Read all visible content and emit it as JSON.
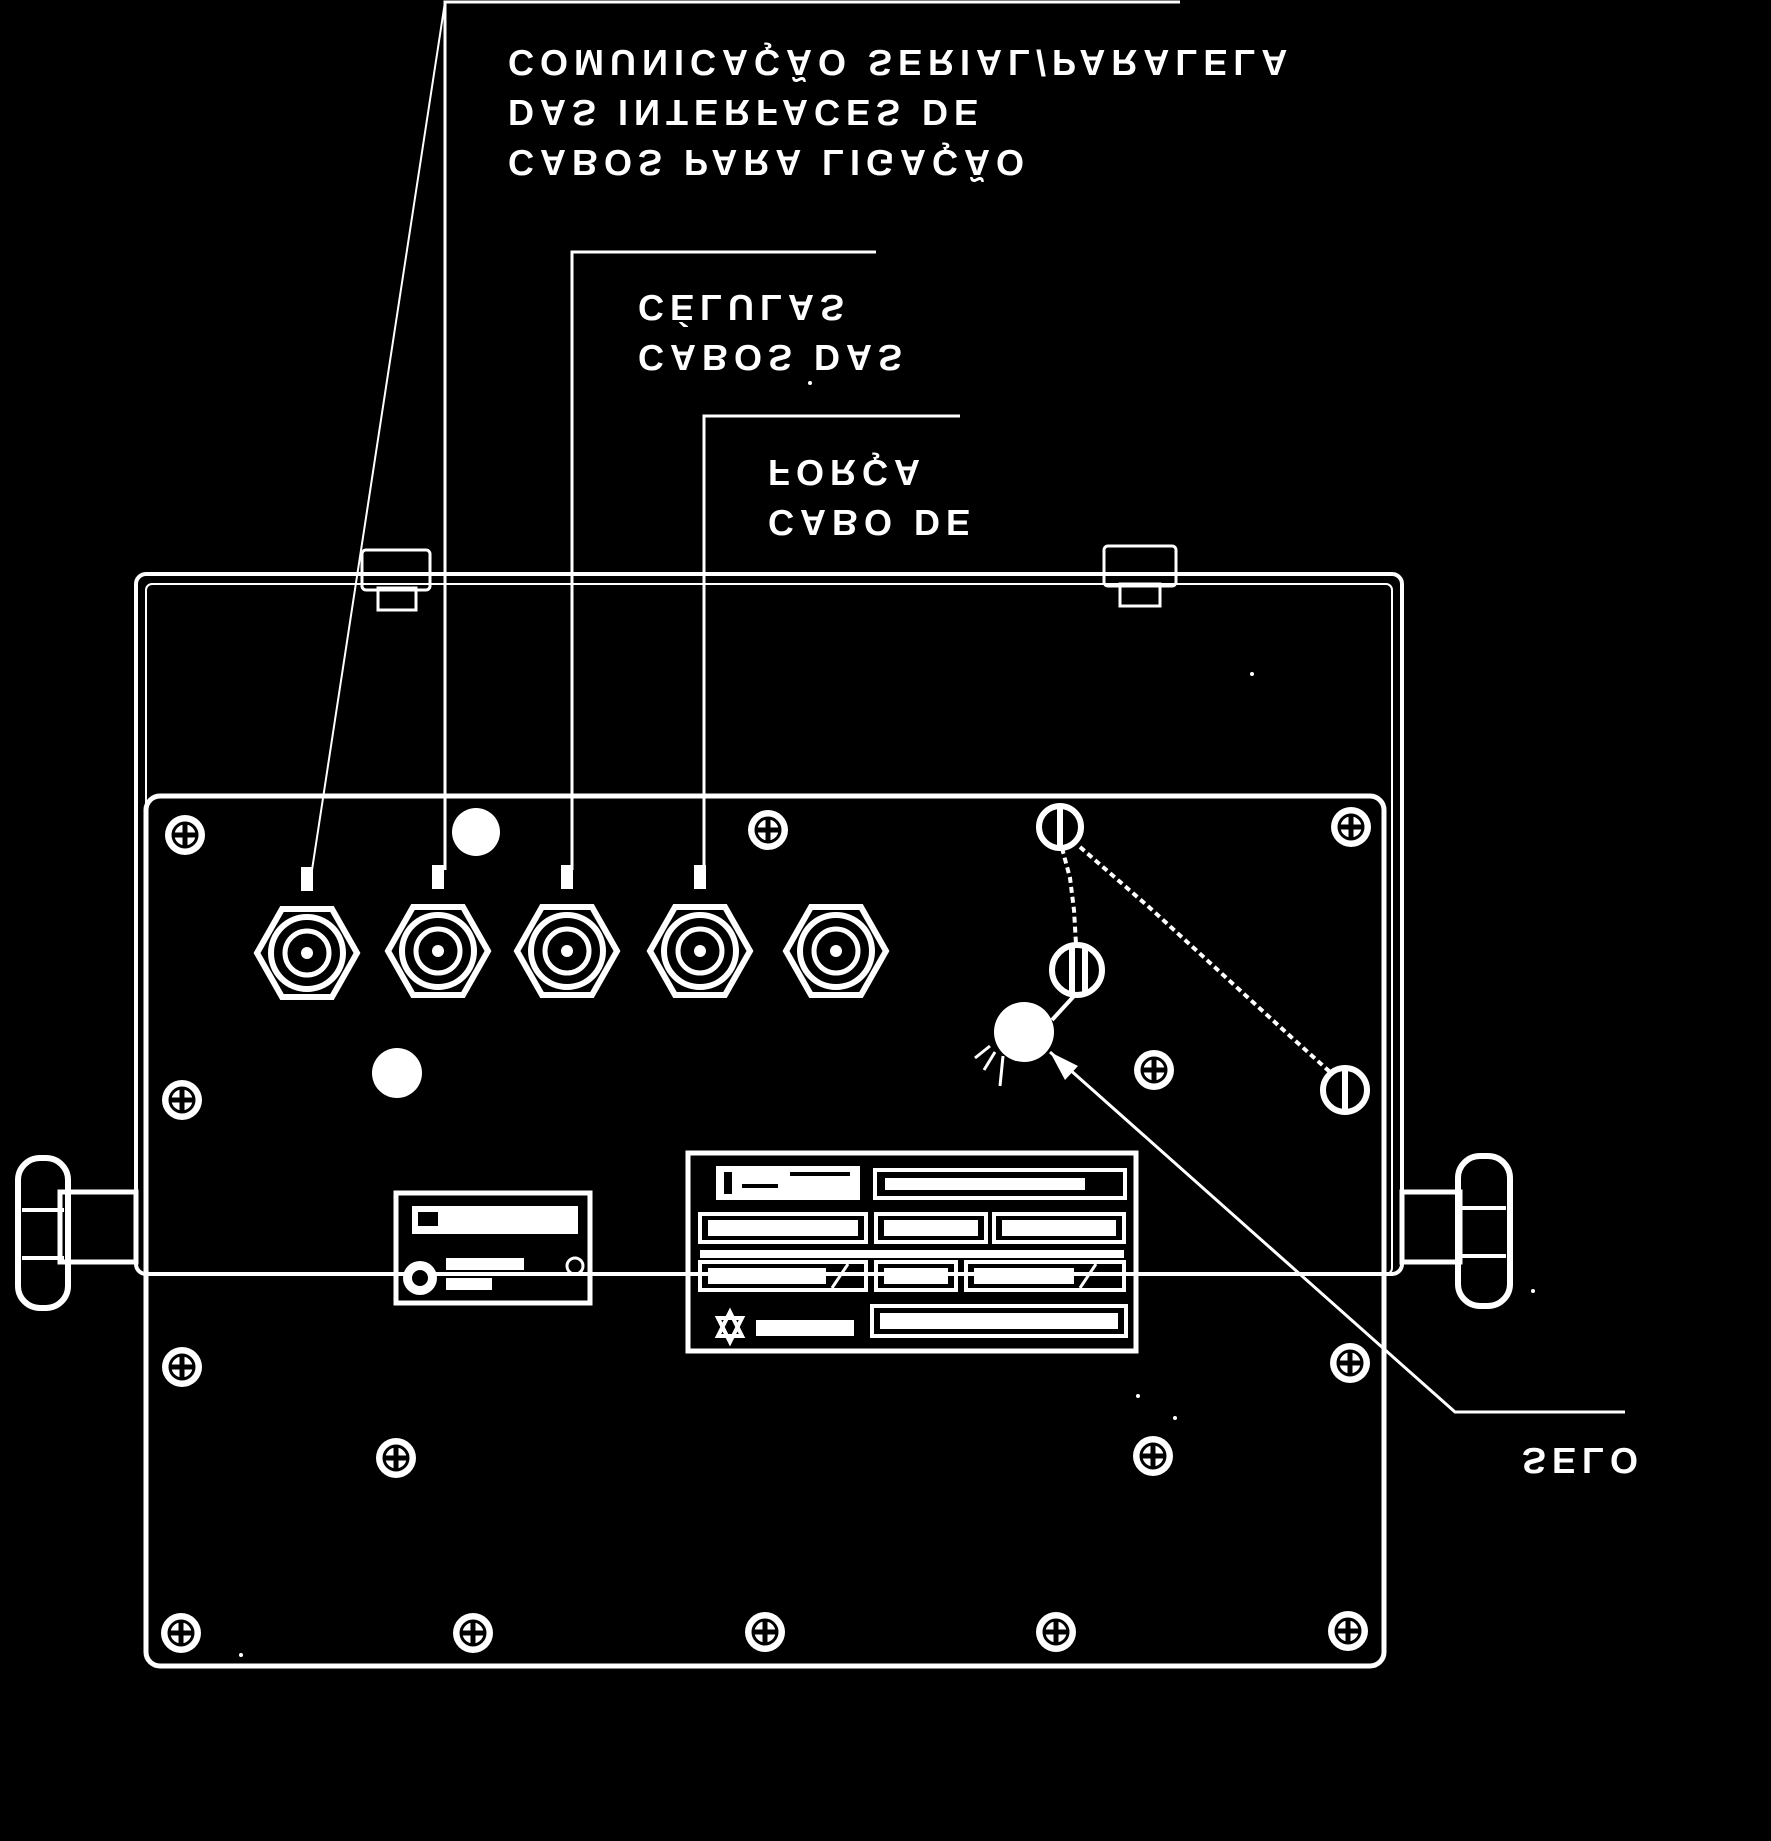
{
  "callouts": {
    "interfaces": {
      "line1": "CABOS PARA LIGAÇÃO",
      "line2": "DAS INTERFACES DE",
      "line3": "COMUNICAÇÃO SERIAL/PARALELA"
    },
    "cells": {
      "line1": "CABOS DAS",
      "line2": "CÉLULAS"
    },
    "power": {
      "line1": "CABO DE",
      "line2": "FORÇA"
    },
    "seal": {
      "line1": "SELO"
    }
  },
  "colors": {
    "background": "#000000",
    "ink": "#ffffff"
  },
  "icons": [
    "screw-icon",
    "cable-gland-icon",
    "mounting-knob-icon",
    "seal-icon"
  ]
}
